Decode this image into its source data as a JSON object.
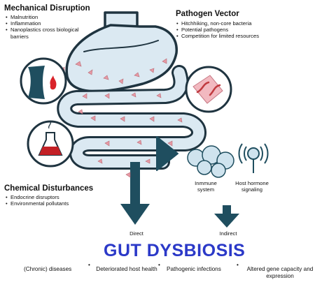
{
  "mechanical": {
    "title": "Mechanical Disruption",
    "items": [
      "Malnutrition",
      "Inflammation",
      "Nanoplastics cross biological barriers"
    ]
  },
  "pathogen": {
    "title": "Pathogen Vector",
    "items": [
      "Hitchhiking, non-core bacteria",
      "Potential pathogens",
      "Competition for limited resources"
    ]
  },
  "chemical": {
    "title": "Chemical Disturbances",
    "items": [
      "Endocrine disruptors",
      "Environmental pollutants"
    ]
  },
  "indirect_effects": {
    "immune": "Inmmune system",
    "hormone": "Host hormone signaling"
  },
  "arrows": {
    "direct": "Direct",
    "indirect": "Indirect"
  },
  "result": {
    "title": "GUT  DYSBIOSIS"
  },
  "outcomes": [
    "(Chronic) diseases",
    "Deteriorated host health",
    "Pathogenic infections",
    "Altered gene capacity and expression"
  ],
  "colors": {
    "dark_teal": "#1f4e5f",
    "tube_fill": "#dbe9f2",
    "particle_pink": "#e79aa5",
    "title_blue": "#2b39c8"
  }
}
